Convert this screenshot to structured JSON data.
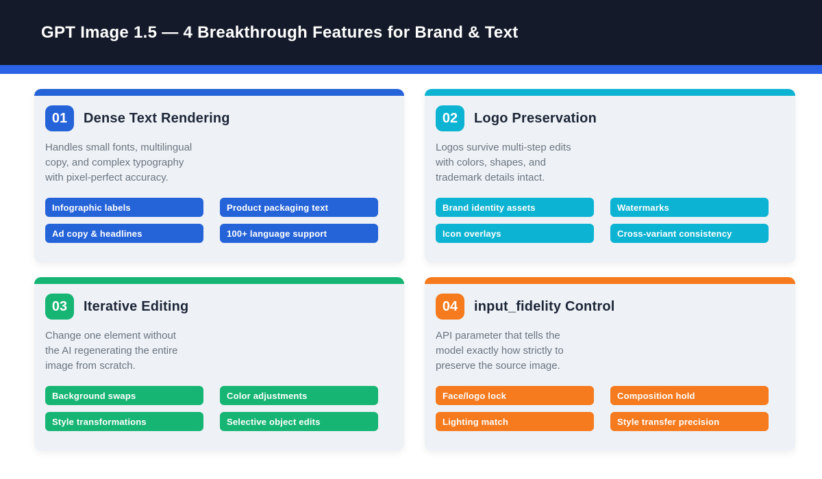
{
  "page": {
    "background": "#ffffff",
    "card_background": "#eef2f6",
    "title_text_color": "#1d2637",
    "description_text_color": "#6b7480"
  },
  "header": {
    "title": "GPT Image 1.5 — 4 Breakthrough Features for Brand & Text",
    "bg_color": "#141a29",
    "accent_bar_color": "#2b63e6"
  },
  "features": [
    {
      "number": "01",
      "title": "Dense Text Rendering",
      "description": "Handles small fonts, multilingual\ncopy, and complex typography\nwith pixel-perfect accuracy.",
      "color": "#2563d9",
      "tags": [
        "Infographic labels",
        "Product packaging text",
        "Ad copy & headlines",
        "100+ language support"
      ]
    },
    {
      "number": "02",
      "title": "Logo Preservation",
      "description": "Logos survive multi-step edits\nwith colors, shapes, and\ntrademark details intact.",
      "color": "#0db3d2",
      "tags": [
        "Brand identity assets",
        "Watermarks",
        "Icon overlays",
        "Cross-variant consistency"
      ]
    },
    {
      "number": "03",
      "title": "Iterative Editing",
      "description": "Change one element without\nthe AI regenerating the entire\nimage from scratch.",
      "color": "#17b573",
      "tags": [
        "Background swaps",
        "Color adjustments",
        "Style transformations",
        "Selective object edits"
      ]
    },
    {
      "number": "04",
      "title": "input_fidelity Control",
      "description": "API parameter that tells the\nmodel exactly how strictly to\npreserve the source image.",
      "color": "#f67a1e",
      "tags": [
        "Face/logo lock",
        "Composition hold",
        "Lighting match",
        "Style transfer precision"
      ]
    }
  ]
}
